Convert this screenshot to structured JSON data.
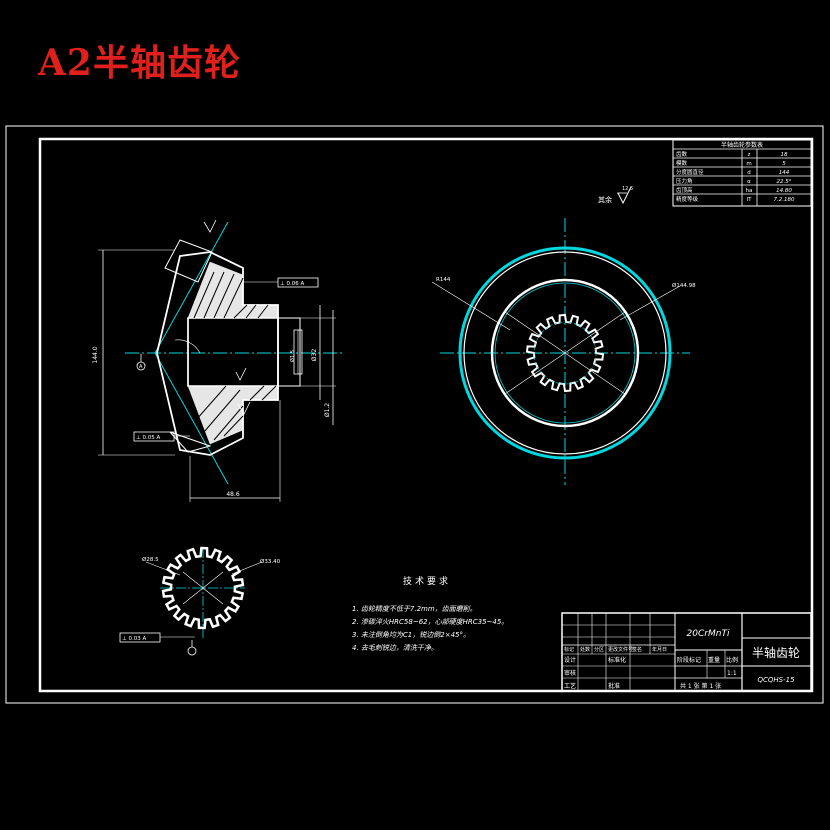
{
  "page_title": "A2半轴齿轮",
  "param_table": {
    "title": "半轴齿轮参数表",
    "rows": [
      {
        "name": "齿数",
        "symbol": "z",
        "value": "18"
      },
      {
        "name": "模数",
        "symbol": "m",
        "value": "5"
      },
      {
        "name": "分度圆直径",
        "symbol": "d",
        "value": "144"
      },
      {
        "name": "压力角",
        "symbol": "α",
        "value": "22.5°"
      },
      {
        "name": "齿顶高",
        "symbol": "ha",
        "value": "14.80"
      },
      {
        "name": "精度等级",
        "symbol": "IT",
        "value": "7.2.180"
      }
    ]
  },
  "roughness_note": "其余",
  "dimensions": {
    "left_height": "144.0",
    "bore": "Ø32",
    "depth": "Ø1.5",
    "width": "Ø1.2",
    "base_width": "48.6",
    "right_dia": "R144",
    "right_dia2": "Ø144.98",
    "tolerance_top": "⊥ 0.06 A",
    "tolerance_bottom": "⊥ 0.05 A",
    "spline_left": "Ø28.5",
    "spline_right": "Ø33.40",
    "spline_tol": "⊥ 0.03 A"
  },
  "tech_req": {
    "title": "技术要求",
    "items": [
      "1. 齿轮精度不低于7.2mm，齿面磨削。",
      "2. 渗碳淬火HRC58~62，心部硬度HRC35~45。",
      "3. 未注倒角均为C1，锐边倒2×45°。",
      "4. 去毛刺锐边，清洗干净。"
    ]
  },
  "title_block": {
    "material": "20CrMnTi",
    "part_name": "半轴齿轮",
    "drawing_no": "QCQHS-15",
    "scale_label": "比例",
    "scale": "1:1",
    "stage_label": "阶段标记",
    "weight_label": "重量",
    "sheet_info": "共 1 张  第 1 张",
    "labels": [
      "标记",
      "处数",
      "分区",
      "更改文件号",
      "签名",
      "年月日"
    ],
    "design": "设计",
    "standard": "标准化",
    "review": "审核",
    "process": "工艺",
    "approve": "批准"
  }
}
